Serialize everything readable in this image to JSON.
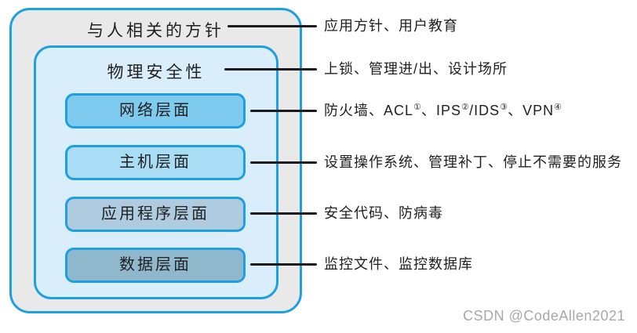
{
  "diagram": {
    "outer_box": {
      "label": "与人相关的方针"
    },
    "middle_box": {
      "label": "物理安全性"
    },
    "layers": [
      {
        "label": "网络层面",
        "fill": "#7fcbef"
      },
      {
        "label": "主机层面",
        "fill": "#a9dcf5"
      },
      {
        "label": "应用程序层面",
        "fill": "#aecbe0"
      },
      {
        "label": "数据层面",
        "fill": "#8fb8cd"
      }
    ],
    "annotations": [
      {
        "label": "应用方针、用户教育"
      },
      {
        "label": "上锁、管理进/出、设计场所"
      },
      {
        "parts": [
          {
            "t": "防火墙、ACL"
          },
          {
            "t": "①",
            "sup": true
          },
          {
            "t": "、IPS"
          },
          {
            "t": "②",
            "sup": true
          },
          {
            "t": "/IDS"
          },
          {
            "t": "③",
            "sup": true
          },
          {
            "t": "、VPN"
          },
          {
            "t": "④",
            "sup": true
          }
        ]
      },
      {
        "label": "设置操作系统、管理补丁、停止不需要的服务"
      },
      {
        "label": "安全代码、防病毒"
      },
      {
        "label": "监控文件、监控数据库"
      }
    ],
    "colors": {
      "accent": "#1d9fe0",
      "outer_fill": "#e9e9e9",
      "middle_fill": "#d9edfa",
      "line": "#1a1a1a",
      "text": "#1f1f1f",
      "watermark": "#a8a8a8"
    }
  },
  "watermark": {
    "text": "CSDN @CodeAllen2021"
  }
}
